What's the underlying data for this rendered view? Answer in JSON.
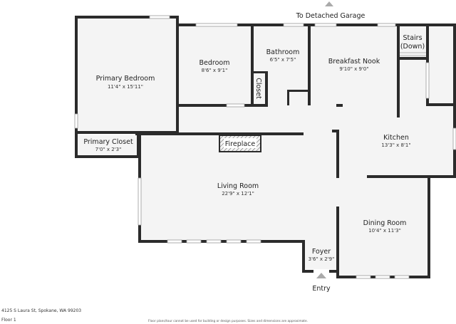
{
  "labels": {
    "garage": "To Detached Garage",
    "entry": "Entry"
  },
  "rooms": {
    "primary_bedroom": {
      "name": "Primary Bedroom",
      "dim": "11'4\" x 15'11\""
    },
    "bedroom": {
      "name": "Bedroom",
      "dim": "8'6\" x 9'1\""
    },
    "bathroom": {
      "name": "Bathroom",
      "dim": "6'5\" x 7'5\""
    },
    "closet": {
      "name": "Closet"
    },
    "breakfast_nook": {
      "name": "Breakfast Nook",
      "dim": "9'10\" x 9'0\""
    },
    "stairs": {
      "name_line1": "Stairs",
      "name_line2": "(Down)"
    },
    "kitchen": {
      "name": "Kitchen",
      "dim": "13'3\" x 8'1\""
    },
    "primary_closet": {
      "name": "Primary Closet",
      "dim": "7'0\" x 2'3\""
    },
    "fireplace": {
      "name": "Fireplace"
    },
    "living_room": {
      "name": "Living Room",
      "dim": "22'9\" x 12'1\""
    },
    "dining_room": {
      "name": "Dining Room",
      "dim": "10'4\" x 11'3\""
    },
    "foyer": {
      "name": "Foyer",
      "dim": "3'6\" x 2'9\""
    }
  },
  "footer": {
    "address": "4125 S Laura St, Spokane, WA 99203",
    "floor": "Floor 1",
    "disclaimer": "Floor plans/tour cannot be used for building or design purposes. Sizes and dimensions are approximate."
  },
  "colors": {
    "wall": "#2b2b2b",
    "floor": "#f4f4f4",
    "window": "#ffffff",
    "arrow": "#aaaaaa"
  }
}
